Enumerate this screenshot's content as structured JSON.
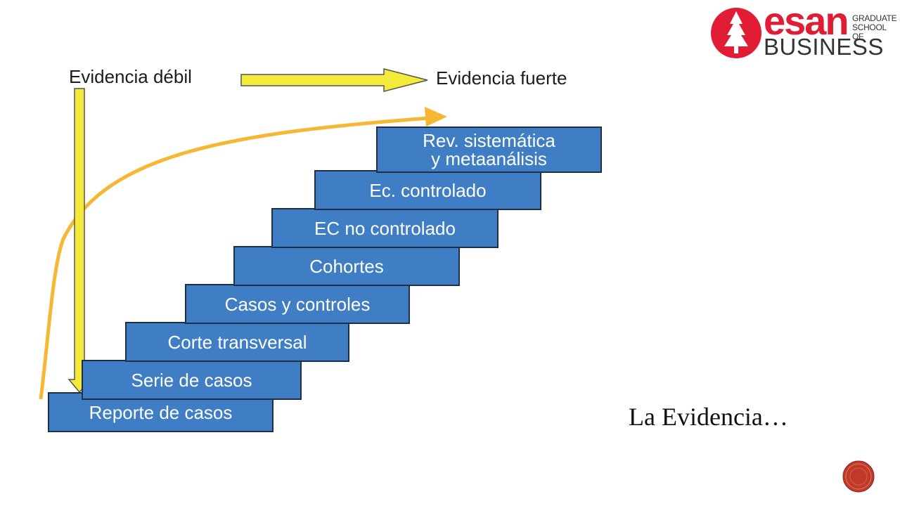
{
  "diagram": {
    "label_weak": "Evidencia débil",
    "label_strong": "Evidencia fuerte",
    "steps": [
      {
        "lines": [
          "Reporte de casos"
        ]
      },
      {
        "lines": [
          "Serie de casos"
        ]
      },
      {
        "lines": [
          "Corte transversal"
        ]
      },
      {
        "lines": [
          "Casos y controles"
        ]
      },
      {
        "lines": [
          "Cohortes"
        ]
      },
      {
        "lines": [
          "EC no controlado"
        ]
      },
      {
        "lines": [
          "Ec. controlado"
        ]
      },
      {
        "lines": [
          "Rev. sistemática",
          "y metaanálisis"
        ]
      }
    ],
    "colors": {
      "step_fill": "#3f7ec4",
      "step_border": "#1f2f45",
      "arrow_yellow": "#f3ea3a",
      "curve_orange": "#f7b733"
    }
  },
  "logo": {
    "word": "esan",
    "line1": "GRADUATE",
    "line2": "SCHOOL OF",
    "line3": "BUSINESS",
    "icon": "tree-seal-icon",
    "color": "#e01d35"
  },
  "slide_title": "La Evidencia…",
  "nav_icon": "circle-badge-icon"
}
